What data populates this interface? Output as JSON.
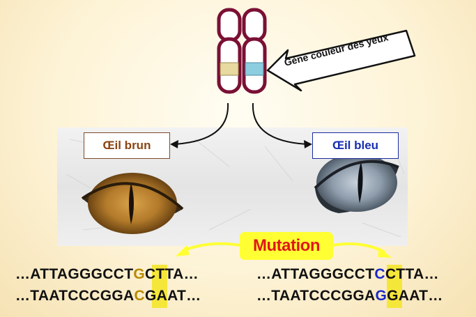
{
  "labels": {
    "gene": "Gène couleur des yeux",
    "brown_eye": "Œil brun",
    "blue_eye": "Œil bleu",
    "mutation": "Mutation"
  },
  "dna": {
    "left": {
      "strand1": {
        "pre": "…ATTAGGGCCT",
        "base": "G",
        "post": "CTTA…"
      },
      "strand2": {
        "pre": "…TAATCCCGGA",
        "base": "C",
        "post": "GAAT…"
      }
    },
    "right": {
      "strand1": {
        "pre": "…ATTAGGGCCT",
        "base": "C",
        "post": "CTTA…"
      },
      "strand2": {
        "pre": "…TAATCCCGGA",
        "base": "G",
        "post": "GAAT…"
      }
    }
  },
  "colors": {
    "chromosome_outline": "#7a1035",
    "allele_brown": "#e8d9a0",
    "allele_blue": "#8ccde0",
    "brown_text": "#8b4513",
    "blue_text": "#1a2fb0",
    "mutation_text": "#e01818",
    "mutation_bg": "#ffff33",
    "highlight": "#f5e63a"
  }
}
